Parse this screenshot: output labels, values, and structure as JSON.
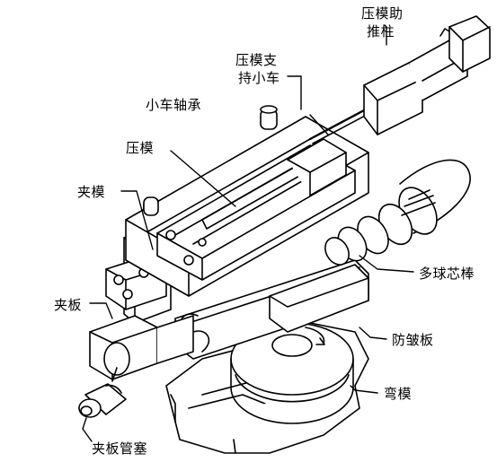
{
  "diagram": {
    "labels": {
      "pressure_die_booster_line1": "压模助",
      "pressure_die_booster_line2": "推柱",
      "pressure_die_carriage_line1": "压模支",
      "pressure_die_carriage_line2": "持小车",
      "carriage_bearing": "小车轴承",
      "pressure_die": "压模",
      "clamp_die": "夹模",
      "multi_ball_mandrel": "多球芯棒",
      "clamp_plate": "夹板",
      "wiper_die": "防皱板",
      "bend_die": "弯模",
      "clamp_plate_plug": "夹板管塞"
    }
  }
}
